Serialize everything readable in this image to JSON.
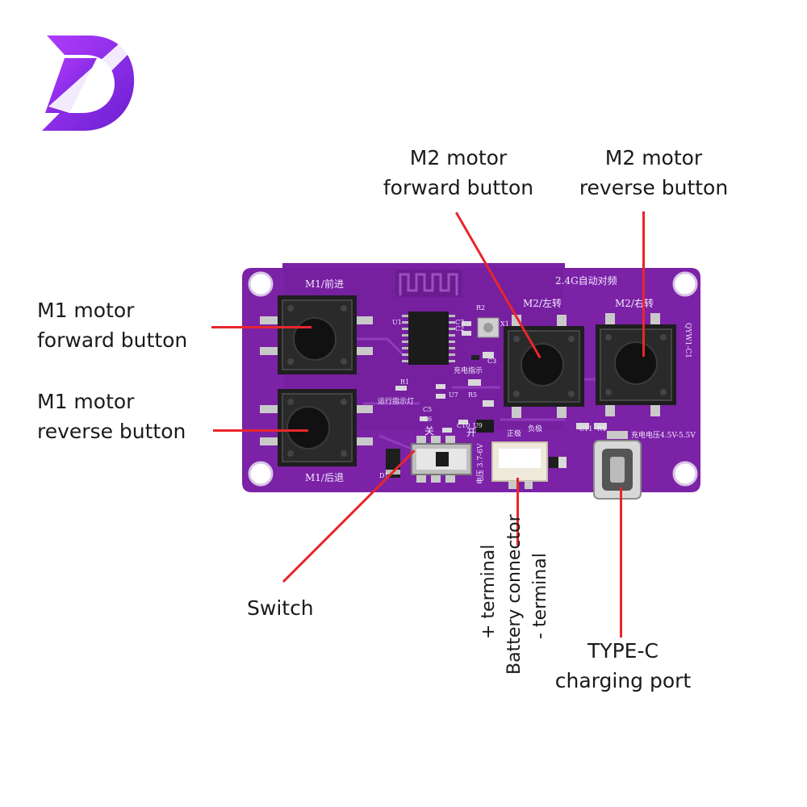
{
  "logo": {
    "letter": "D",
    "color": "#8a2be2"
  },
  "board": {
    "color": "#7b22a6",
    "silkscreen": {
      "m1_forward": "M1/前进",
      "m1_reverse": "M1/后退",
      "m2_left": "M2/左转",
      "m2_right": "M2/右转",
      "pairing": "2.4G自动对频",
      "charge_indicator": "充电指示",
      "run_indicator": "运行指示灯",
      "off": "关",
      "on": "开",
      "pos": "正极",
      "neg": "负极",
      "voltage_batt": "电压 3.7-6V",
      "voltage_charge": "充电电压4.5V-5.5V",
      "model": "QYW1-C1"
    },
    "refs": [
      "U1",
      "R2",
      "C7",
      "C2",
      "X1",
      "C3",
      "R1",
      "U7",
      "R5",
      "C5",
      "C6",
      "C10",
      "U9",
      "D1",
      "C11",
      "R4"
    ]
  },
  "callouts": {
    "m1_forward": "M1 motor\nforward button",
    "m1_reverse": "M1 motor\nreverse button",
    "m2_forward": "M2 motor\nforward button",
    "m2_reverse": "M2 motor\nreverse button",
    "switch": "Switch",
    "battery_pos": "+ terminal",
    "battery": "Battery connector",
    "battery_neg": "- terminal",
    "typec": "TYPE-C\ncharging port"
  },
  "accent": "#e8262c"
}
